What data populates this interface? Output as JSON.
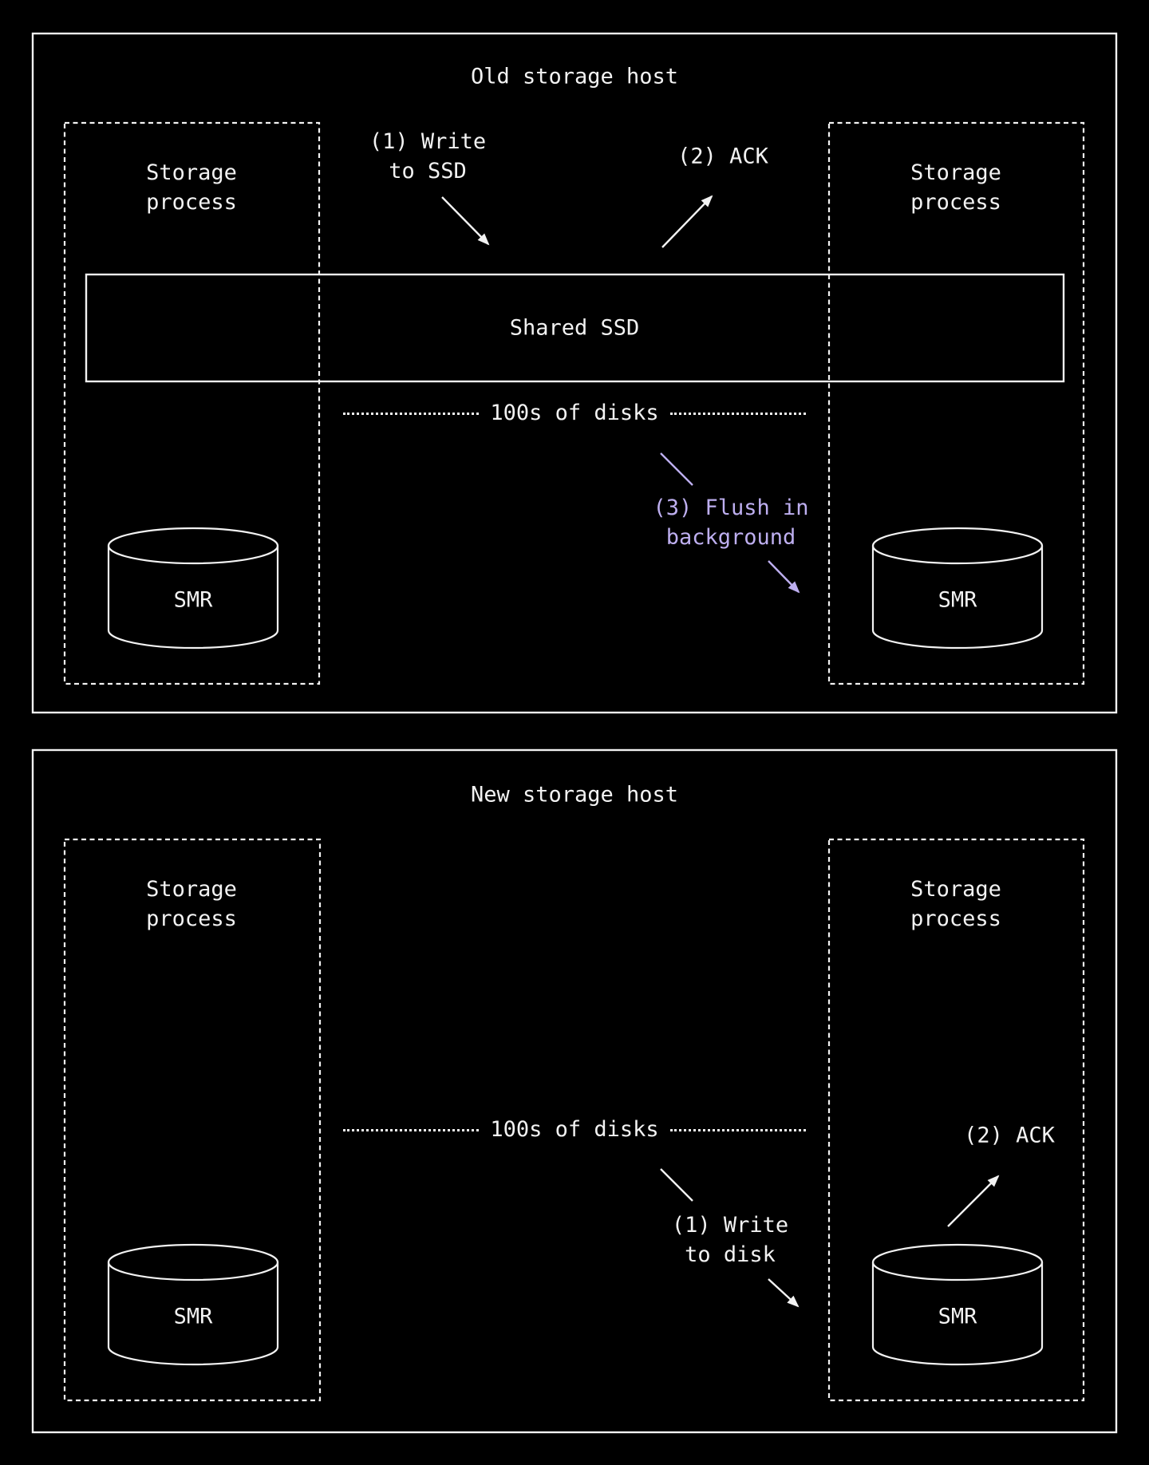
{
  "colors": {
    "background": "#000000",
    "stroke": "#f2f2f2",
    "accent_purple": "#beaff0"
  },
  "old_host": {
    "title": "Old storage host",
    "left_process": {
      "line1": "Storage",
      "line2": "process"
    },
    "right_process": {
      "line1": "Storage",
      "line2": "process"
    },
    "shared_ssd": "Shared SSD",
    "disks_label": "100s of disks",
    "smr_left": "SMR",
    "smr_right": "SMR",
    "step_write": {
      "line1": "(1) Write",
      "line2": "to SSD"
    },
    "step_ack": "(2) ACK",
    "step_flush": {
      "line1": "(3) Flush in",
      "line2": "background"
    }
  },
  "new_host": {
    "title": "New storage host",
    "left_process": {
      "line1": "Storage",
      "line2": "process"
    },
    "right_process": {
      "line1": "Storage",
      "line2": "process"
    },
    "disks_label": "100s of disks",
    "smr_left": "SMR",
    "smr_right": "SMR",
    "step_write": {
      "line1": "(1) Write",
      "line2": "to disk"
    },
    "step_ack": "(2) ACK"
  }
}
